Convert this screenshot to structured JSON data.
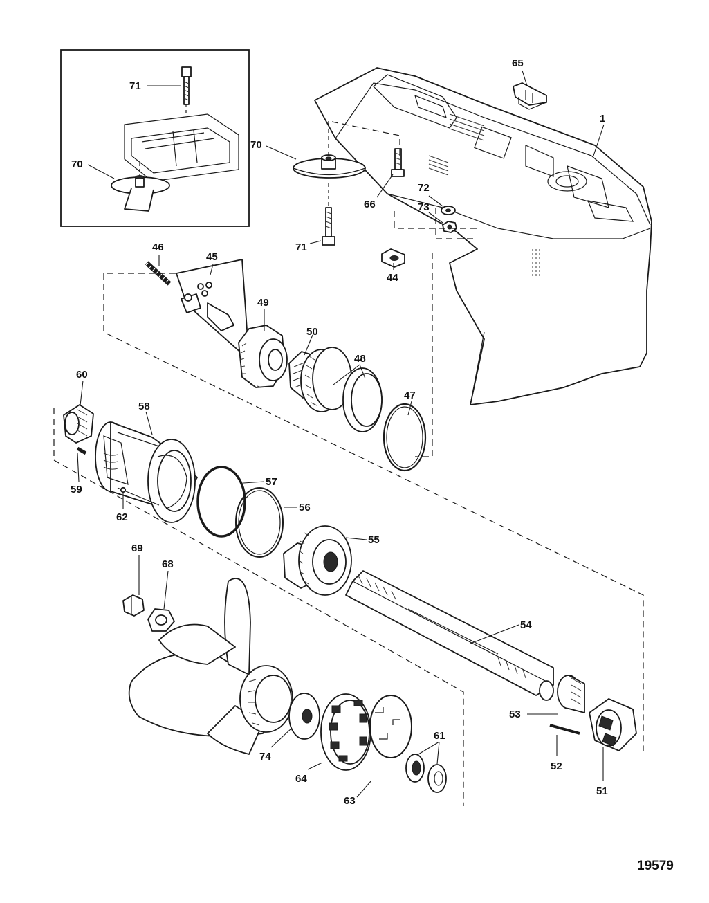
{
  "figure_number": "19579",
  "callouts": [
    {
      "id": "c1",
      "label": "1"
    },
    {
      "id": "c65",
      "label": "65"
    },
    {
      "id": "c71a",
      "label": "71"
    },
    {
      "id": "c70a",
      "label": "70"
    },
    {
      "id": "c70b",
      "label": "70"
    },
    {
      "id": "c66",
      "label": "66"
    },
    {
      "id": "c72",
      "label": "72"
    },
    {
      "id": "c73",
      "label": "73"
    },
    {
      "id": "c71b",
      "label": "71"
    },
    {
      "id": "c44",
      "label": "44"
    },
    {
      "id": "c46",
      "label": "46"
    },
    {
      "id": "c45",
      "label": "45"
    },
    {
      "id": "c49",
      "label": "49"
    },
    {
      "id": "c50",
      "label": "50"
    },
    {
      "id": "c48",
      "label": "48"
    },
    {
      "id": "c47",
      "label": "47"
    },
    {
      "id": "c60",
      "label": "60"
    },
    {
      "id": "c58",
      "label": "58"
    },
    {
      "id": "c59",
      "label": "59"
    },
    {
      "id": "c62",
      "label": "62"
    },
    {
      "id": "c57",
      "label": "57"
    },
    {
      "id": "c56",
      "label": "56"
    },
    {
      "id": "c55",
      "label": "55"
    },
    {
      "id": "c69",
      "label": "69"
    },
    {
      "id": "c68",
      "label": "68"
    },
    {
      "id": "c54",
      "label": "54"
    },
    {
      "id": "c53",
      "label": "53"
    },
    {
      "id": "c74",
      "label": "74"
    },
    {
      "id": "c64",
      "label": "64"
    },
    {
      "id": "c61",
      "label": "61"
    },
    {
      "id": "c63",
      "label": "63"
    },
    {
      "id": "c52",
      "label": "52"
    },
    {
      "id": "c51",
      "label": "51"
    }
  ]
}
